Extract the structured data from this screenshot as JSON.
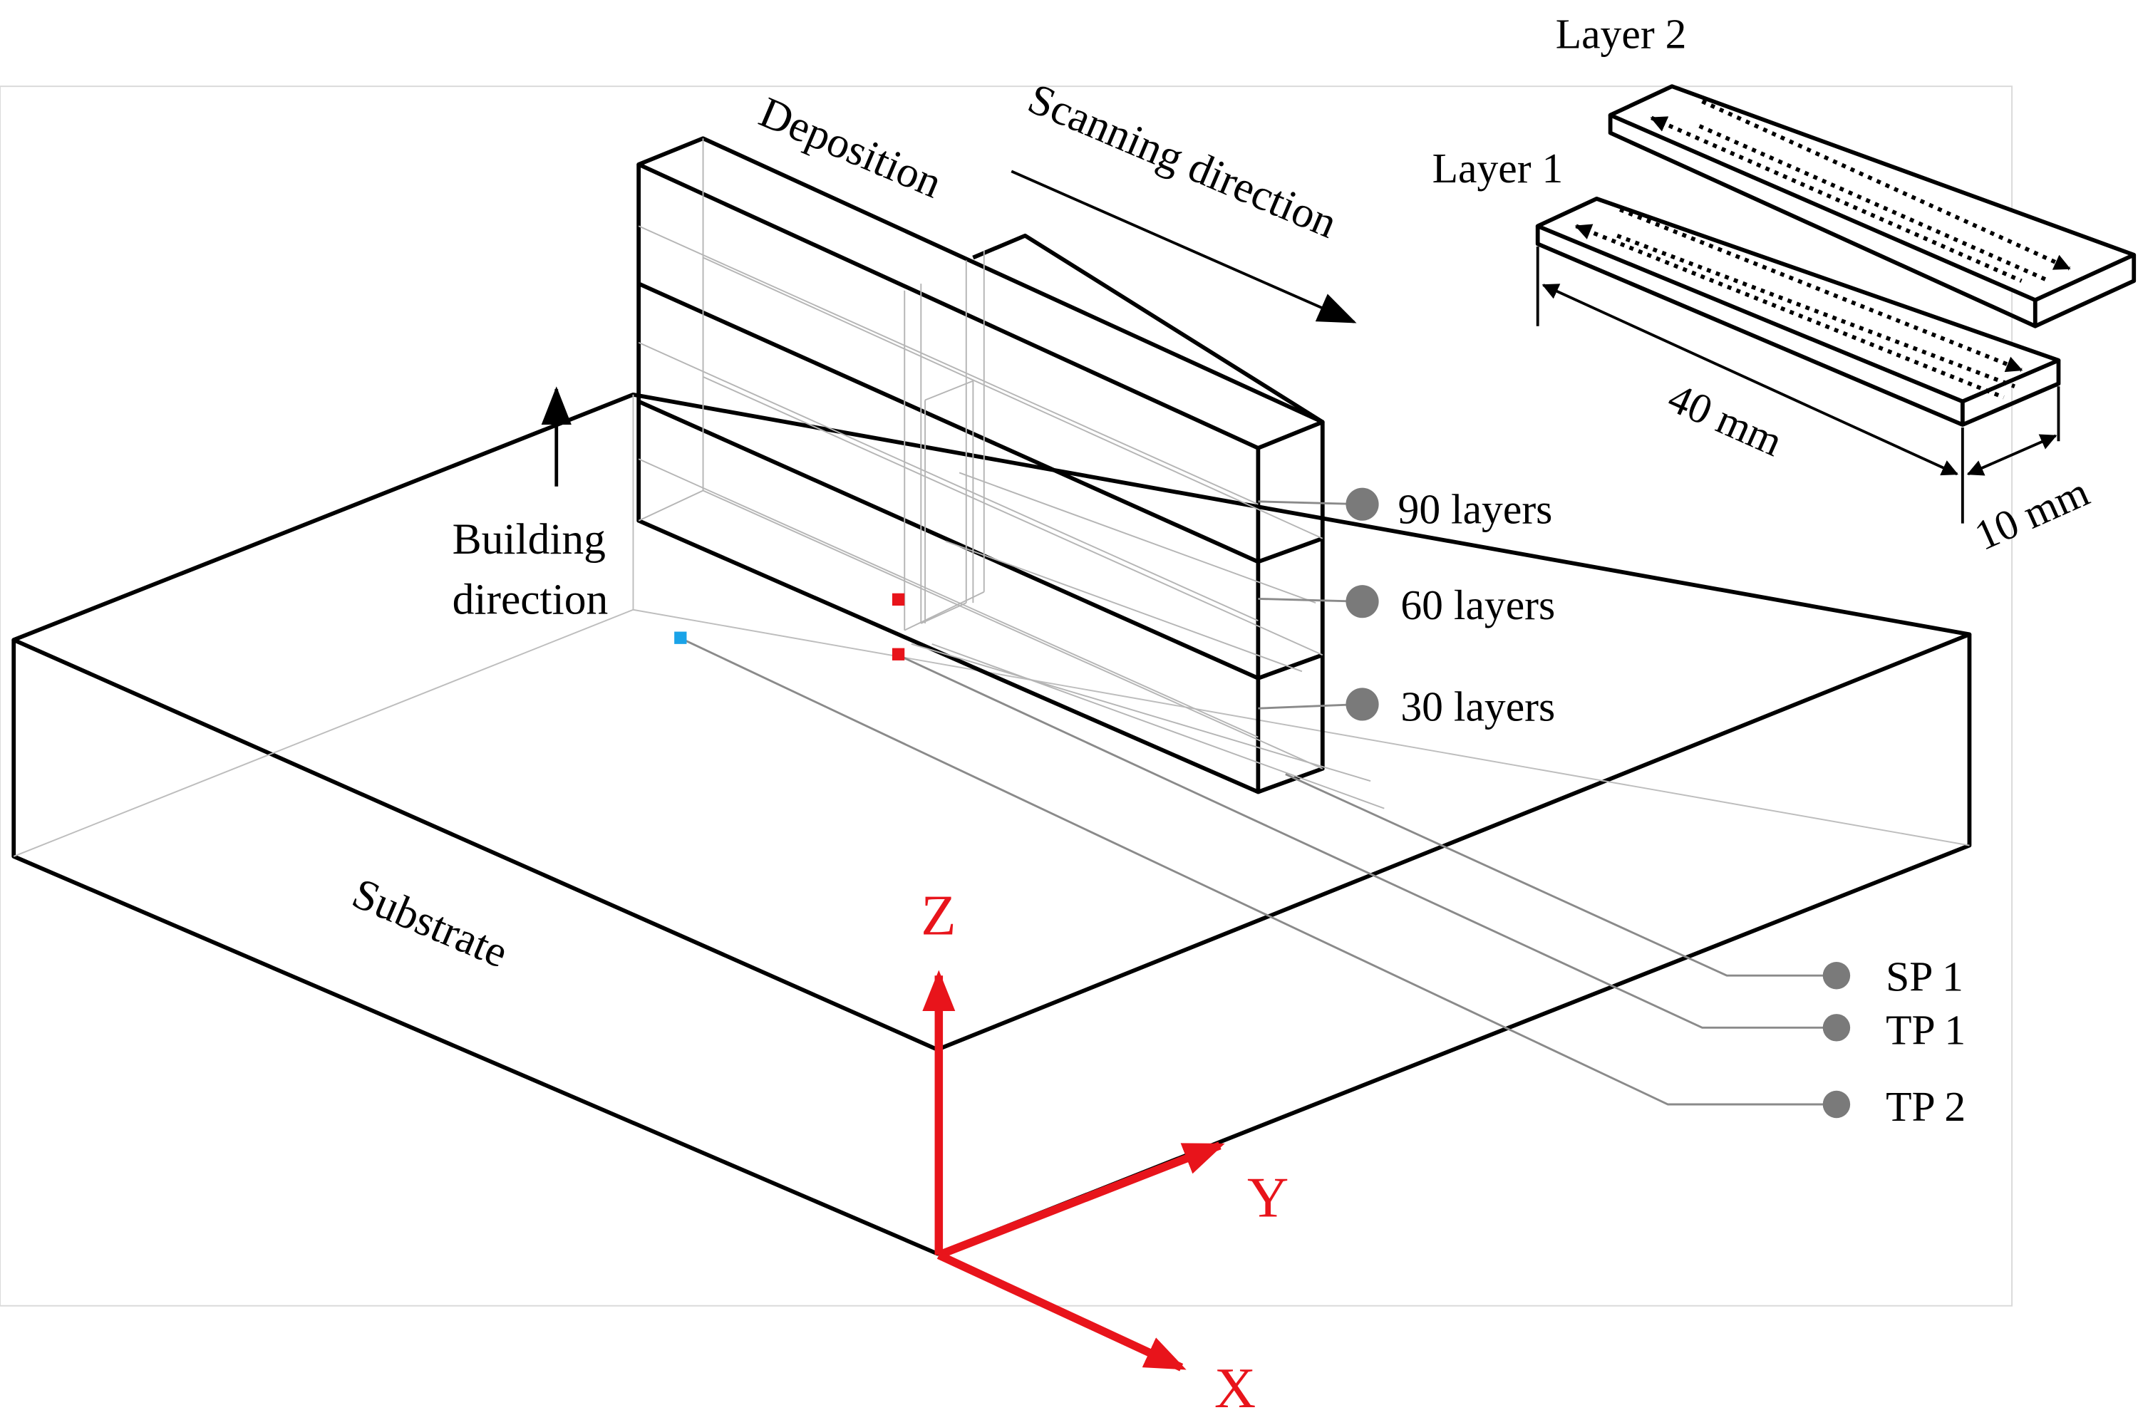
{
  "labels": {
    "deposition": "Deposition",
    "scanning_direction": "Scanning direction",
    "building_direction_line1": "Building",
    "building_direction_line2": "direction",
    "substrate": "Substrate",
    "layer_1": "Layer 1",
    "layer_2": "Layer 2",
    "length": "40 mm",
    "width": "10 mm"
  },
  "layer_markers": [
    {
      "label": "90 layers"
    },
    {
      "label": "60 layers"
    },
    {
      "label": "30 layers"
    }
  ],
  "probe_points": [
    {
      "label": "SP 1"
    },
    {
      "label": "TP 1"
    },
    {
      "label": "TP 2"
    }
  ],
  "axes": {
    "z": "Z",
    "y": "Y",
    "x": "X"
  },
  "colors": {
    "axis": "#e8141b",
    "red_point": "#e8141b",
    "blue_point": "#1aa3e8",
    "marker": "#7a7a7a",
    "line": "#000000"
  }
}
